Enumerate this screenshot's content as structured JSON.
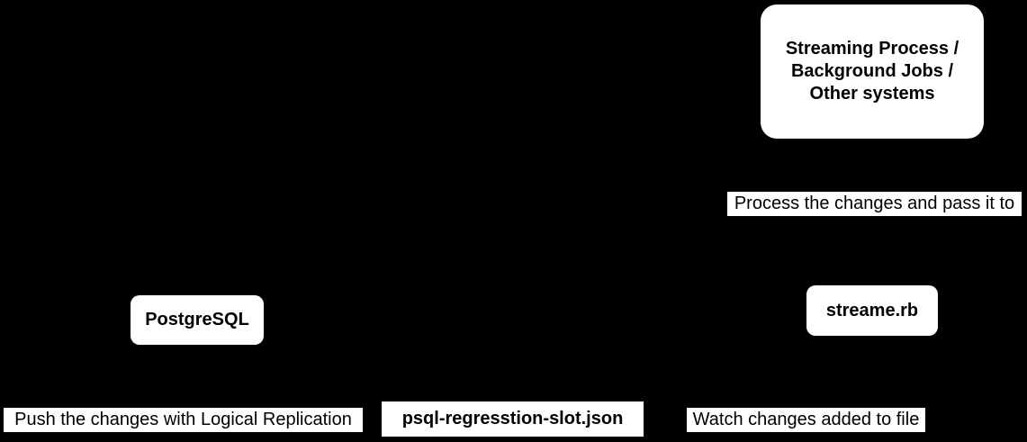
{
  "diagram": {
    "type": "flowchart",
    "colors": {
      "background": "#000000",
      "node_fill": "#ffffff",
      "node_text": "#000000",
      "edge_label_background": "#ffffff",
      "edge_label_text": "#000000"
    },
    "nodes": {
      "streaming": {
        "lines": [
          "Streaming Process /",
          "Background Jobs /",
          "Other systems"
        ]
      },
      "postgresql": {
        "label": "PostgreSQL"
      },
      "streame_rb": {
        "label": "streame.rb"
      },
      "slot_file": {
        "label": "psql-regresstion-slot.json"
      }
    },
    "edge_labels": {
      "process_changes": "Process the changes and pass it to",
      "push_changes": "Push the changes with Logical Replication",
      "watch_changes": "Watch changes added to file"
    }
  }
}
